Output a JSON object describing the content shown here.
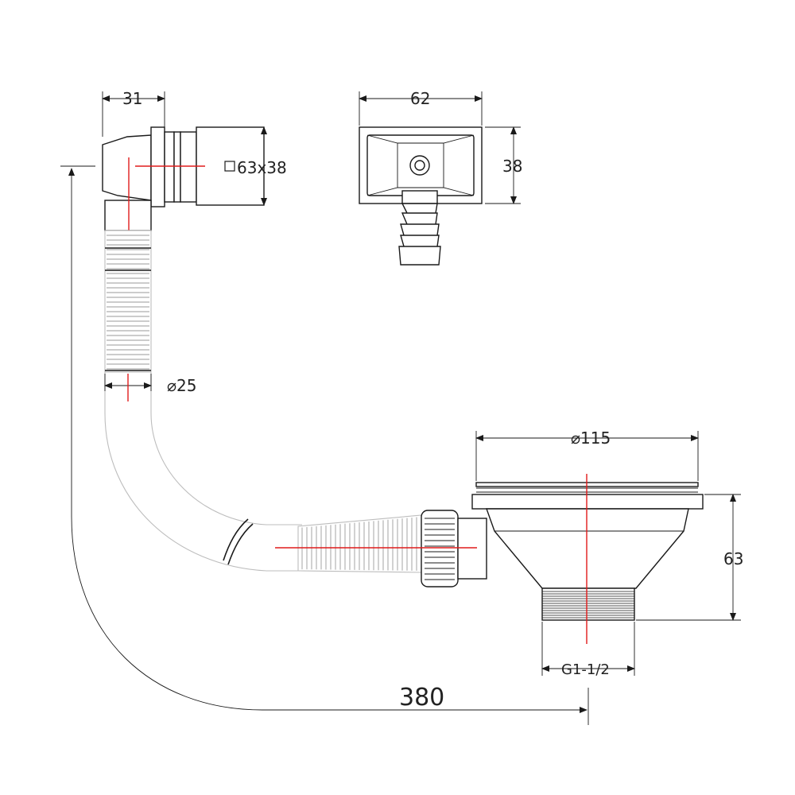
{
  "dimensions": {
    "overflow_width": "31",
    "overflow_size": "63x38",
    "front_width": "62",
    "front_height": "38",
    "hose_diameter": "25",
    "basket_diameter": "115",
    "basket_height": "63",
    "thread": "G1-1/2",
    "total_length": "380"
  },
  "symbols": {
    "diameter": "⌀",
    "square": "□"
  },
  "colors": {
    "centerline": "#e01b1b",
    "line": "#1a1a1a",
    "hose": "#bdbdbd"
  }
}
